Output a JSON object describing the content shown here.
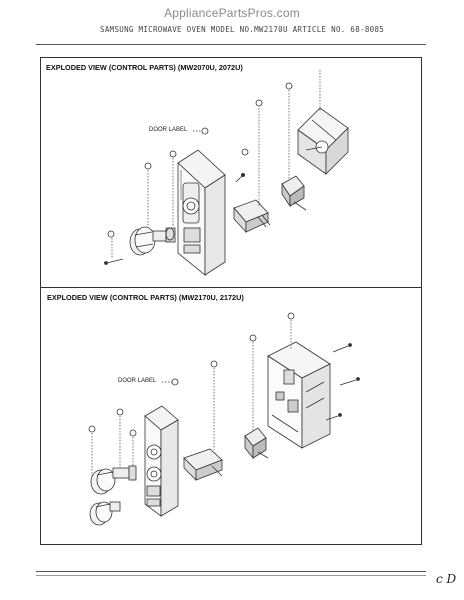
{
  "watermark": "AppliancePartsPros.com",
  "header": "SAMSUNG MICROWAVE OVEN MODEL NO.MW2170U ARTICLE NO. 68-8085",
  "sections": [
    {
      "title": "EXPLODED VIEW (CONTROL PARTS) (MW2070U, 2072U)",
      "door_label": "DOOR LABEL"
    },
    {
      "title": "EXPLODED VIEW (CONTROL PARTS) (MW2170U, 2172U)",
      "door_label": "DOOR LABEL"
    }
  ],
  "margin_note": "c D"
}
